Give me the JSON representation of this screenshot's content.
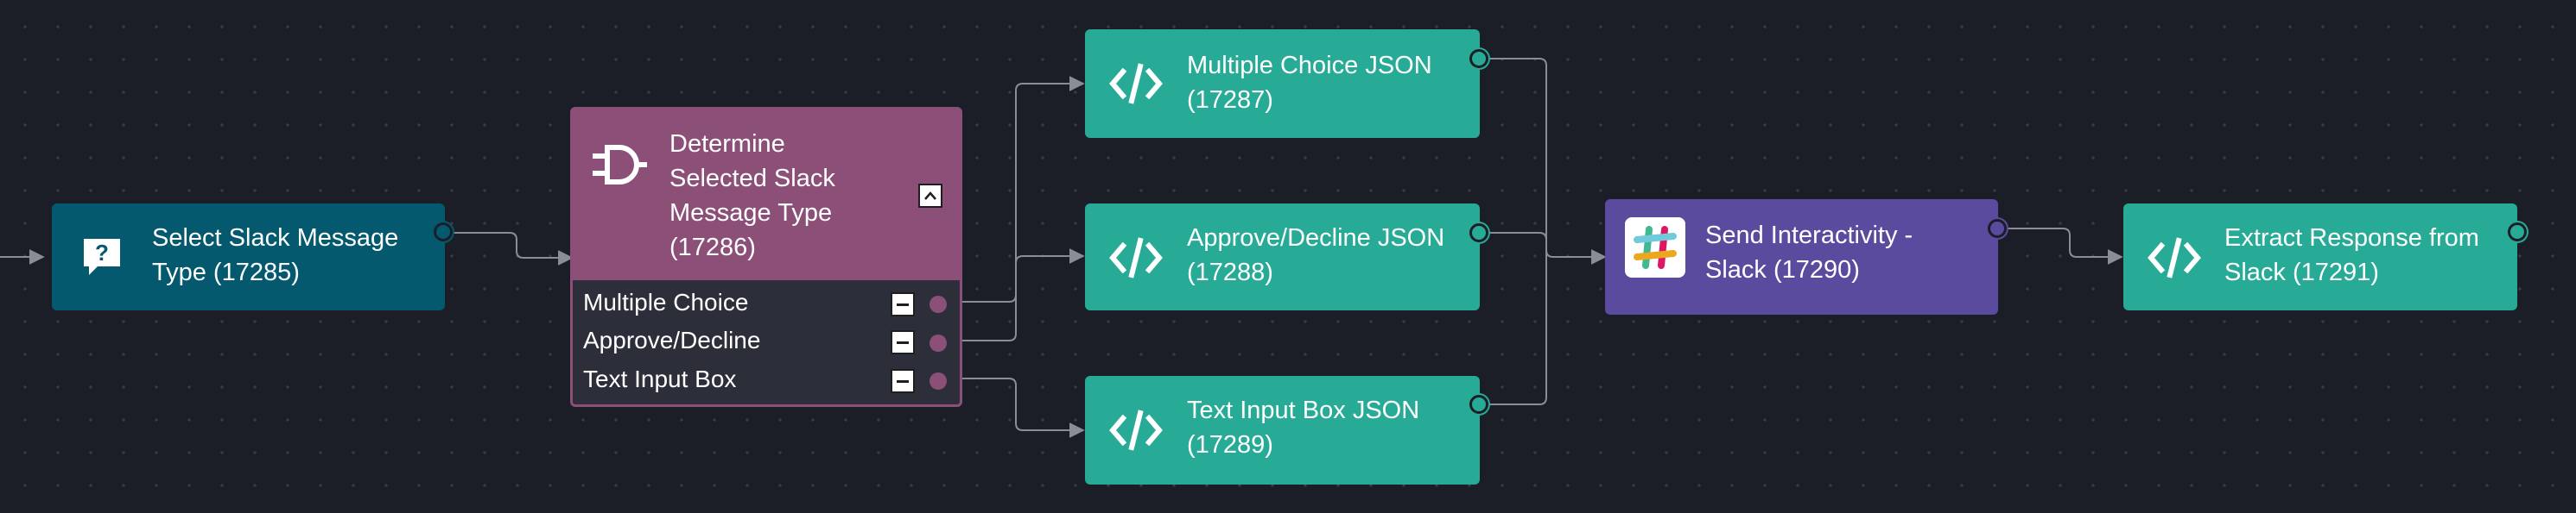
{
  "nodes": {
    "select_type": {
      "title_line1": "Select Slack Message",
      "title_line2": "Type (17285)",
      "icon": "question-chat-icon",
      "color": "#04596e"
    },
    "determine": {
      "title_lines": [
        "Determine",
        "Selected Slack",
        "Message Type",
        "(17286)"
      ],
      "icon": "plug-switch-icon",
      "color": "#8b4f78",
      "branches": [
        "Multiple Choice",
        "Approve/Decline",
        "Text Input Box"
      ]
    },
    "mc_json": {
      "title_line1": "Multiple Choice JSON",
      "title_line2": "(17287)",
      "icon": "code-icon"
    },
    "ad_json": {
      "title_line1": "Approve/Decline JSON",
      "title_line2": "(17288)",
      "icon": "code-icon"
    },
    "ti_json": {
      "title_line1": "Text Input Box JSON",
      "title_line2": "(17289)",
      "icon": "code-icon"
    },
    "send": {
      "title_line1": "Send Interactivity -",
      "title_line2": "Slack (17290)",
      "icon": "slack-logo-icon",
      "color": "#5b4b9e"
    },
    "extract": {
      "title_line1": "Extract Response from",
      "title_line2": "Slack (17291)",
      "icon": "code-icon"
    }
  },
  "colors": {
    "teal": "#27ab96",
    "dark_teal": "#04596e",
    "magenta": "#8b4f78",
    "purple": "#5b4b9e",
    "background": "#1c1e27",
    "wire": "#8a8d98"
  }
}
